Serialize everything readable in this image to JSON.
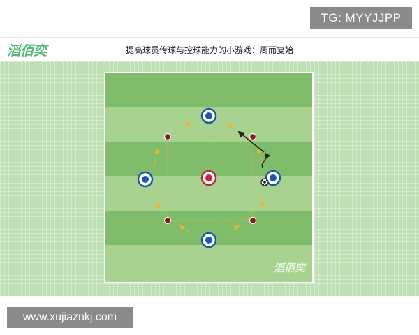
{
  "watermark_top": "TG: MYYJJPP",
  "header": {
    "logo": "滔佰奕",
    "title": "提高球员传球与控球能力的小游戏：周而复始"
  },
  "field_logo": "滔佰奕",
  "watermark_bottom": "www.xujiaznkj.com",
  "colors": {
    "field_dark": "#7fbd6a",
    "field_light": "#a7d28f",
    "outer_bg": "#bfe0b4",
    "blue_player": "#1f57a8",
    "red_player": "#c0283a",
    "cone": "#8b1a1a",
    "pass_line": "#f2b233",
    "move_arrow": "#222222",
    "logo": "#4dbb76"
  },
  "diagram": {
    "blue_players": 4,
    "center_red_players": 1,
    "corner_cones": 4,
    "ball": "soccer-ball-icon"
  }
}
